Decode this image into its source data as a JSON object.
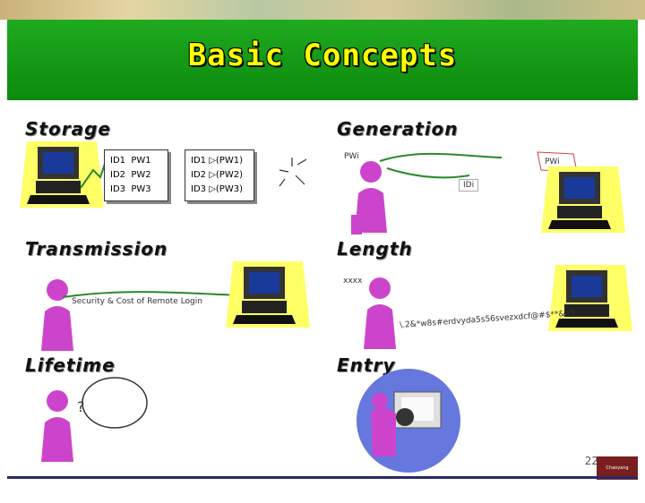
{
  "title": "Basic Concepts",
  "sections": {
    "storage": "Storage",
    "generation": "Generation",
    "transmission": "Transmission",
    "length": "Length",
    "lifetime": "Lifetime",
    "entry": "Entry"
  },
  "storage_table_plain": {
    "ids": [
      "ID1",
      "ID2",
      "ID3"
    ],
    "pws": [
      "PW1",
      "PW2",
      "PW3"
    ]
  },
  "storage_table_hashed": {
    "rows": [
      "ID1 ▷(PW1)",
      "ID2 ▷(PW2)",
      "ID3 ▷(PW3)"
    ]
  },
  "generation": {
    "left_label": "PWi",
    "right_label": "PWi",
    "id_label": "IDi"
  },
  "transmission_caption": "Security & Cost of Remote Login",
  "length": {
    "short_pw": "xxxx",
    "long_pw": "\\.2&*w8s#erdvyda5s56svezxdcf@#$**&e5"
  },
  "page_number": "22",
  "logo_text": "Chaoyang University"
}
